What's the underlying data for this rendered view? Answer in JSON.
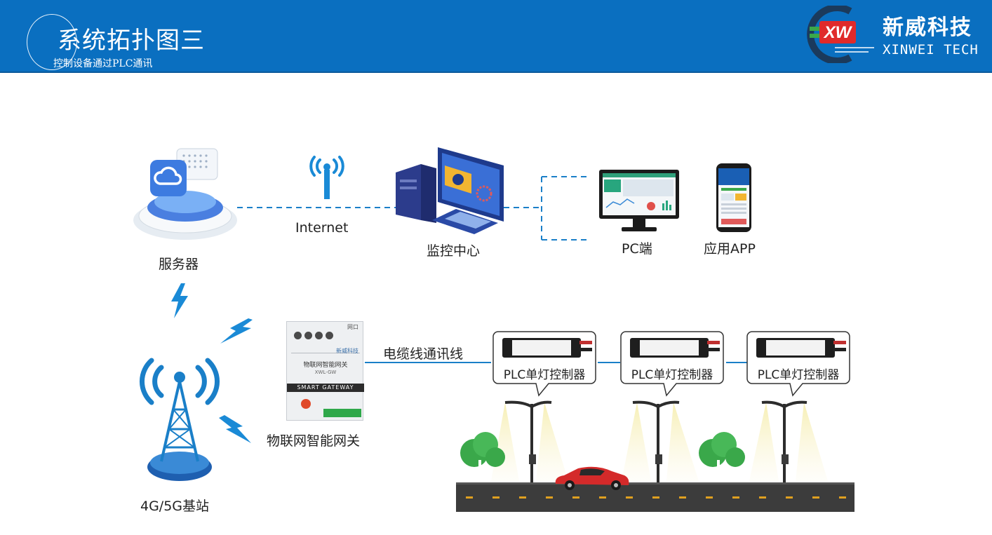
{
  "header": {
    "title": "系统拓扑图三",
    "subtitle": "控制设备通过PLC通讯",
    "brand_cn": "新威科技",
    "brand_en": "XINWEI TECH",
    "logo_text": "XW"
  },
  "nodes": {
    "server": "服务器",
    "internet": "Internet",
    "monitor_center": "监控中心",
    "pc": "PC端",
    "app": "应用APP",
    "base_station": "4G/5G基站",
    "gateway": "物联网智能网关",
    "cable": "电缆线通讯线",
    "controllers": [
      "PLC单灯控制器",
      "PLC单灯控制器",
      "PLC单灯控制器"
    ]
  },
  "gateway_device": {
    "top_label": "网口",
    "name_plate": "物联网智能网关",
    "model": "XWL-GW",
    "brand": "新威科技",
    "strip": "SMART GATEWAY"
  },
  "colors": {
    "header": "#0a6fc0",
    "link": "#1a7fc8",
    "accent_blue": "#2a8fd6",
    "road": "#3c3c3c",
    "tree": "#3aa84a",
    "car": "#d42a2a"
  }
}
